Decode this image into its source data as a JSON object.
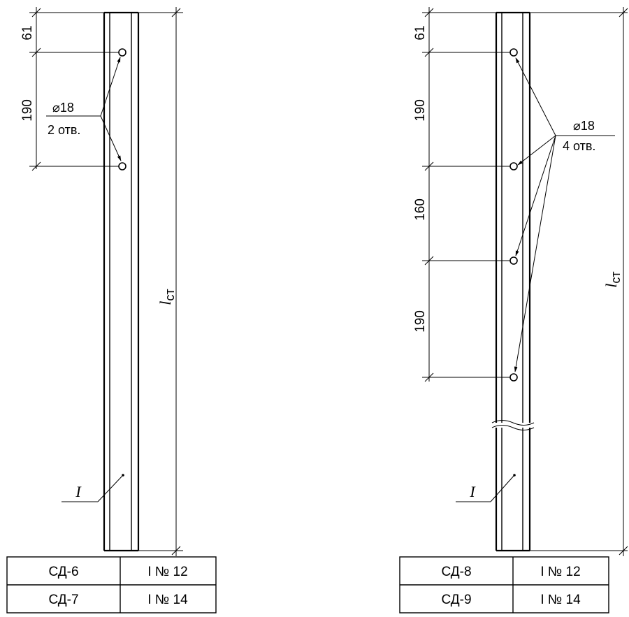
{
  "left_drawing": {
    "dims": [
      "61",
      "190"
    ],
    "hole_diameter": "⌀18",
    "hole_count": "2 отв.",
    "length_label": "l",
    "length_subscript": "ст",
    "section_symbol": "I",
    "table": [
      {
        "mark": "СД-6",
        "profile": "I № 12"
      },
      {
        "mark": "СД-7",
        "profile": "I № 14"
      }
    ]
  },
  "right_drawing": {
    "dims": [
      "61",
      "190",
      "160",
      "190"
    ],
    "hole_diameter": "⌀18",
    "hole_count": "4 отв.",
    "length_label": "l",
    "length_subscript": "ст",
    "section_symbol": "I",
    "table": [
      {
        "mark": "СД-8",
        "profile": "I № 12"
      },
      {
        "mark": "СД-9",
        "profile": "I № 14"
      }
    ]
  }
}
